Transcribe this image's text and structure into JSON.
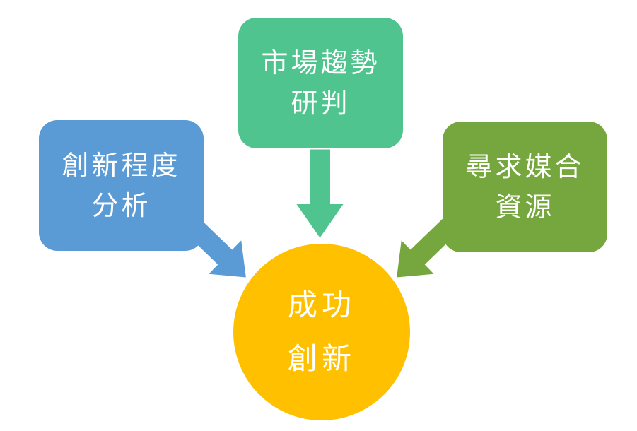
{
  "diagram": {
    "type": "converging-arrows",
    "background": "#FFFFFF",
    "text_color": "#FFFFFF",
    "nodes": {
      "left_box": {
        "label_line1": "創新程度",
        "label_line2": "分析",
        "color": "#5B9BD5"
      },
      "top_box": {
        "label_line1": "市場趨勢",
        "label_line2": "研判",
        "color": "#4FC48F"
      },
      "right_box": {
        "label_line1": "尋求媒合",
        "label_line2": "資源",
        "color": "#76A73F"
      },
      "center_circle": {
        "label_line1": "成功",
        "label_line2": "創新",
        "color": "#FFC000"
      }
    },
    "connectors": {
      "left_to_center": {
        "color": "#5B9BD5",
        "direction": "down-right"
      },
      "top_to_center": {
        "color": "#4FC48F",
        "direction": "down"
      },
      "right_to_center": {
        "color": "#76A73F",
        "direction": "down-left"
      }
    }
  }
}
